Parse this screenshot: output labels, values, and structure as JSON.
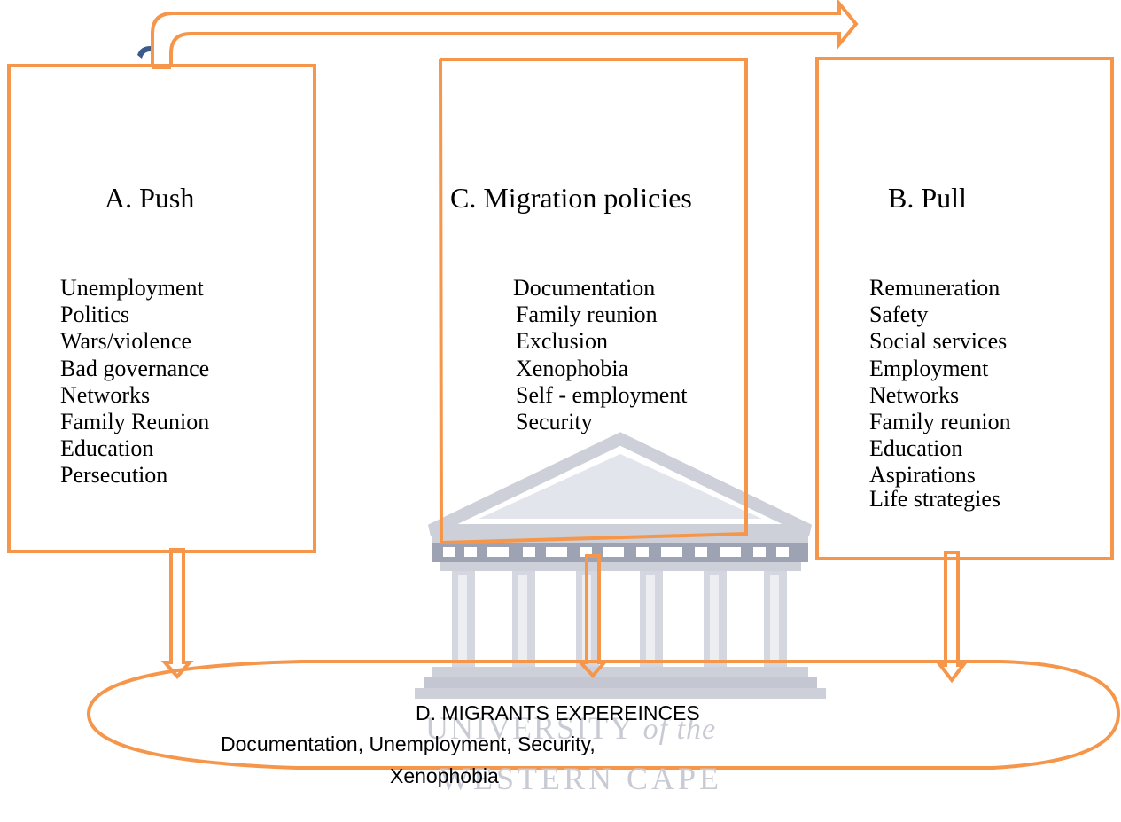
{
  "watermark": {
    "line1_a": "UNIVERSITY",
    "line1_b": "of the",
    "line2": "WESTERN CAPE"
  },
  "boxes": {
    "push": {
      "title": "A. Push",
      "items": [
        "Unemployment",
        "Politics",
        "Wars/violence",
        "Bad governance",
        "Networks",
        "Family Reunion",
        "Education",
        "Persecution"
      ]
    },
    "policies": {
      "title": "C. Migration policies",
      "items": [
        "Documentation",
        "Family reunion",
        "Exclusion",
        "Xenophobia",
        "Self - employment",
        "Security"
      ]
    },
    "pull": {
      "title": "B. Pull",
      "items": [
        "Remuneration",
        "Safety",
        "Social services",
        "Employment",
        "Networks",
        "Family reunion",
        "Education",
        "Aspirations",
        "Life strategies"
      ]
    }
  },
  "outcome": {
    "title": "D. MIGRANTS EXPEREINCES",
    "line1": "Documentation, Unemployment, Security,",
    "line2": "Xenophobia"
  },
  "colors": {
    "stroke": "#f5964a",
    "watermark": "#c9cbd4",
    "mark": "#3b5b8c"
  }
}
